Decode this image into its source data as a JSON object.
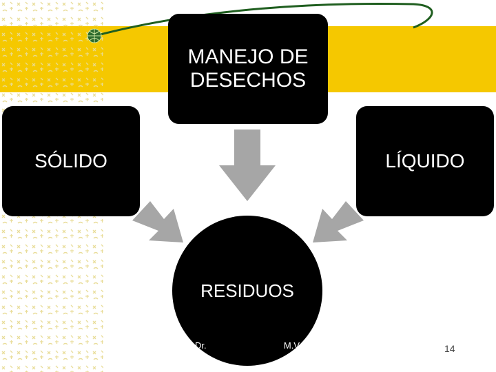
{
  "slide": {
    "top_box_line1": "MANEJO DE",
    "top_box_line2": "DESECHOS",
    "left_box": "SÓLIDO",
    "right_box": "LÍQUIDO",
    "center_circle": "RESIDUOS",
    "footer_author": "Dr.",
    "footer_suffix": "M.V.",
    "page_number": "14"
  },
  "colors": {
    "band": "#f5c800",
    "box": "#000000",
    "arrow": "#a6a6a6",
    "curve": "#1f5e1f",
    "pattern": "#e9dd9a"
  },
  "icons": [
    "globe-icon"
  ]
}
